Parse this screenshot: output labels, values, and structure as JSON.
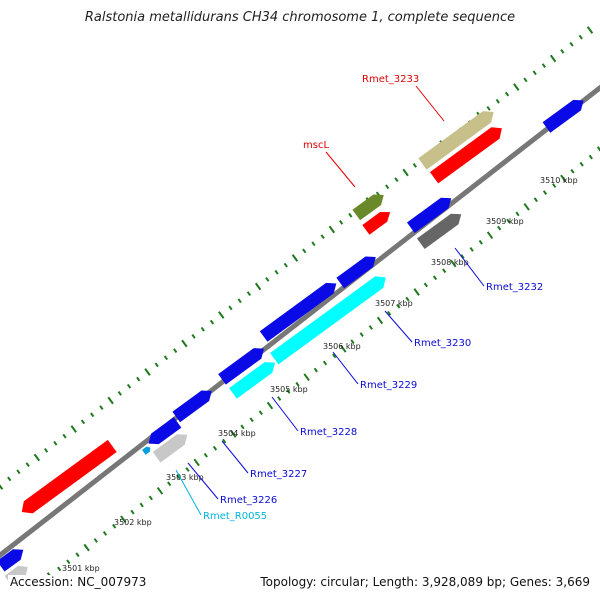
{
  "title": "Ralstonia metallidurans CH34 chromosome 1, complete sequence",
  "footer": {
    "accession": "Accession: NC_007973",
    "summary": "Topology: circular; Length: 3,928,089 bp; Genes: 3,669"
  },
  "colors": {
    "backbone": "#777777",
    "tick": "#1f7a1f",
    "blue": "#0a0ae6",
    "cyan": "#00ffff",
    "red": "#ff0000",
    "olive_green": "#6a8a2a",
    "khaki": "#c8c08a",
    "dark_gray": "#666666",
    "light_gray": "#c8c8c8",
    "label_blue": "#0a0ad8",
    "label_red": "#e00000",
    "label_cyan": "#00b4e0"
  },
  "tick_labels": [
    "3501 kbp",
    "3502 kbp",
    "3503 kbp",
    "3504 kbp",
    "3505 kbp",
    "3506 kbp",
    "3507 kbp",
    "3508 kbp",
    "3509 kbp",
    "3510 kbp"
  ],
  "gene_labels": [
    {
      "name": "Rmet_3233",
      "color": "label_red"
    },
    {
      "name": "mscL",
      "color": "label_red"
    },
    {
      "name": "Rmet_3232",
      "color": "label_blue"
    },
    {
      "name": "Rmet_3230",
      "color": "label_blue"
    },
    {
      "name": "Rmet_3229",
      "color": "label_blue"
    },
    {
      "name": "Rmet_3228",
      "color": "label_blue"
    },
    {
      "name": "Rmet_3227",
      "color": "label_blue"
    },
    {
      "name": "Rmet_3226",
      "color": "label_blue"
    },
    {
      "name": "Rmet_R0055",
      "color": "label_cyan"
    }
  ]
}
